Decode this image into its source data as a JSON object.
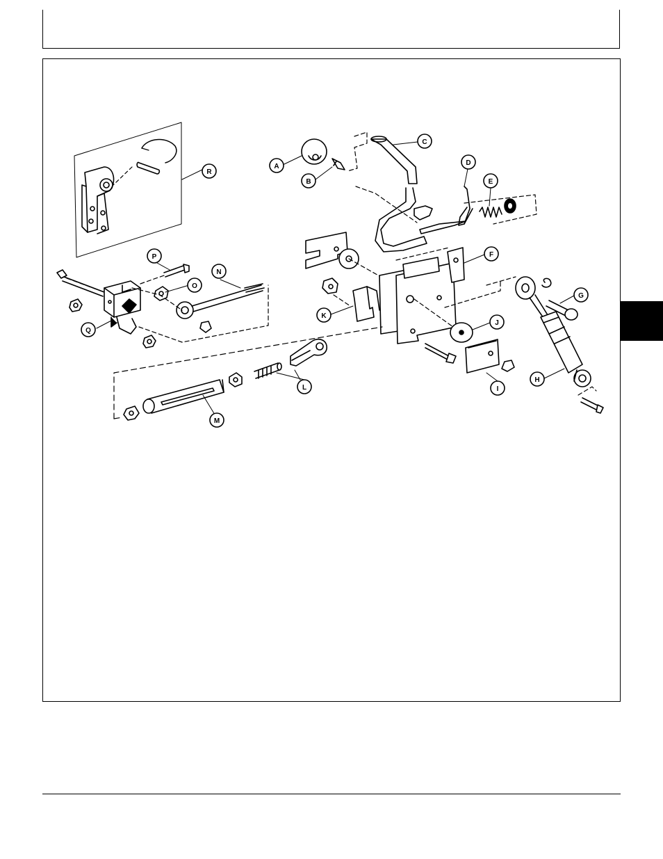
{
  "callouts": [
    {
      "id": "A",
      "label": "A"
    },
    {
      "id": "B",
      "label": "B"
    },
    {
      "id": "C",
      "label": "C"
    },
    {
      "id": "D",
      "label": "D"
    },
    {
      "id": "E",
      "label": "E"
    },
    {
      "id": "F",
      "label": "F"
    },
    {
      "id": "G",
      "label": "G"
    },
    {
      "id": "H",
      "label": "H"
    },
    {
      "id": "I",
      "label": "I"
    },
    {
      "id": "J",
      "label": "J"
    },
    {
      "id": "K",
      "label": "K"
    },
    {
      "id": "L",
      "label": "L"
    },
    {
      "id": "M",
      "label": "M"
    },
    {
      "id": "N",
      "label": "N"
    },
    {
      "id": "O",
      "label": "O"
    },
    {
      "id": "P",
      "label": "P"
    },
    {
      "id": "Q",
      "label": "Q"
    },
    {
      "id": "R",
      "label": "R"
    }
  ],
  "colors": {
    "ink": "#000000",
    "paper": "#ffffff",
    "tab": "#000000"
  }
}
